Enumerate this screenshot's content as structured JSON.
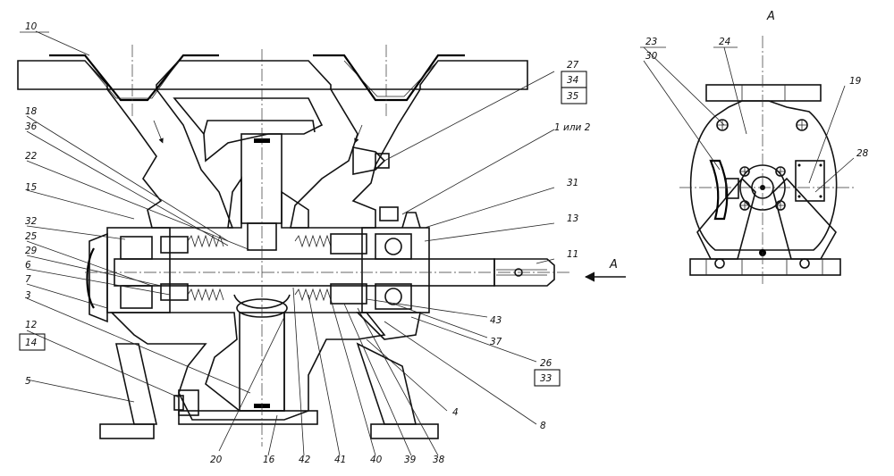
{
  "view_label": "A",
  "arrow_label": "A",
  "callouts": {
    "c10": "10",
    "c18": "18",
    "c36": "36",
    "c22": "22",
    "c15": "15",
    "c32": "32",
    "c25": "25",
    "c29": "29",
    "c6": "6",
    "c7": "7",
    "c3": "3",
    "c12": "12",
    "c14": "14",
    "c5": "5",
    "c27": "27",
    "c34": "34",
    "c35": "35",
    "c1or2": "1 или 2",
    "c31": "31",
    "c13": "13",
    "c11": "11",
    "c43": "43",
    "c37": "37",
    "c26": "26",
    "c33": "33",
    "c4": "4",
    "c8": "8",
    "c20": "20",
    "c16": "16",
    "c42": "42",
    "c41": "41",
    "c40": "40",
    "c39": "39",
    "c38": "38",
    "c23": "23",
    "c24": "24",
    "c30": "30",
    "c19": "19",
    "c28": "28"
  }
}
